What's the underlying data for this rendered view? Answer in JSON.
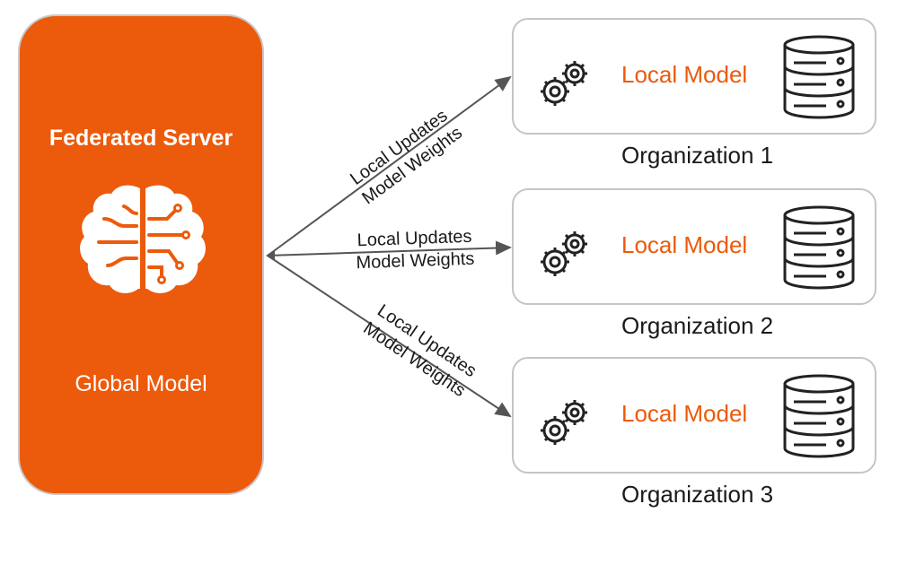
{
  "server": {
    "title": "Federated Server",
    "label": "Global Model",
    "icon": "brain-circuit-icon",
    "color": "#ec5a0c"
  },
  "connections": [
    {
      "line1": "Local Updates",
      "line2": "Model Weights"
    },
    {
      "line1": "Local Updates",
      "line2": "Model Weights"
    },
    {
      "line1": "Local Updates",
      "line2": "Model Weights"
    }
  ],
  "organizations": [
    {
      "model_label": "Local Model",
      "name": "Organization 1"
    },
    {
      "model_label": "Local Model",
      "name": "Organization 2"
    },
    {
      "model_label": "Local Model",
      "name": "Organization 3"
    }
  ],
  "icons": {
    "gears": "gears-icon",
    "database": "database-icon"
  }
}
